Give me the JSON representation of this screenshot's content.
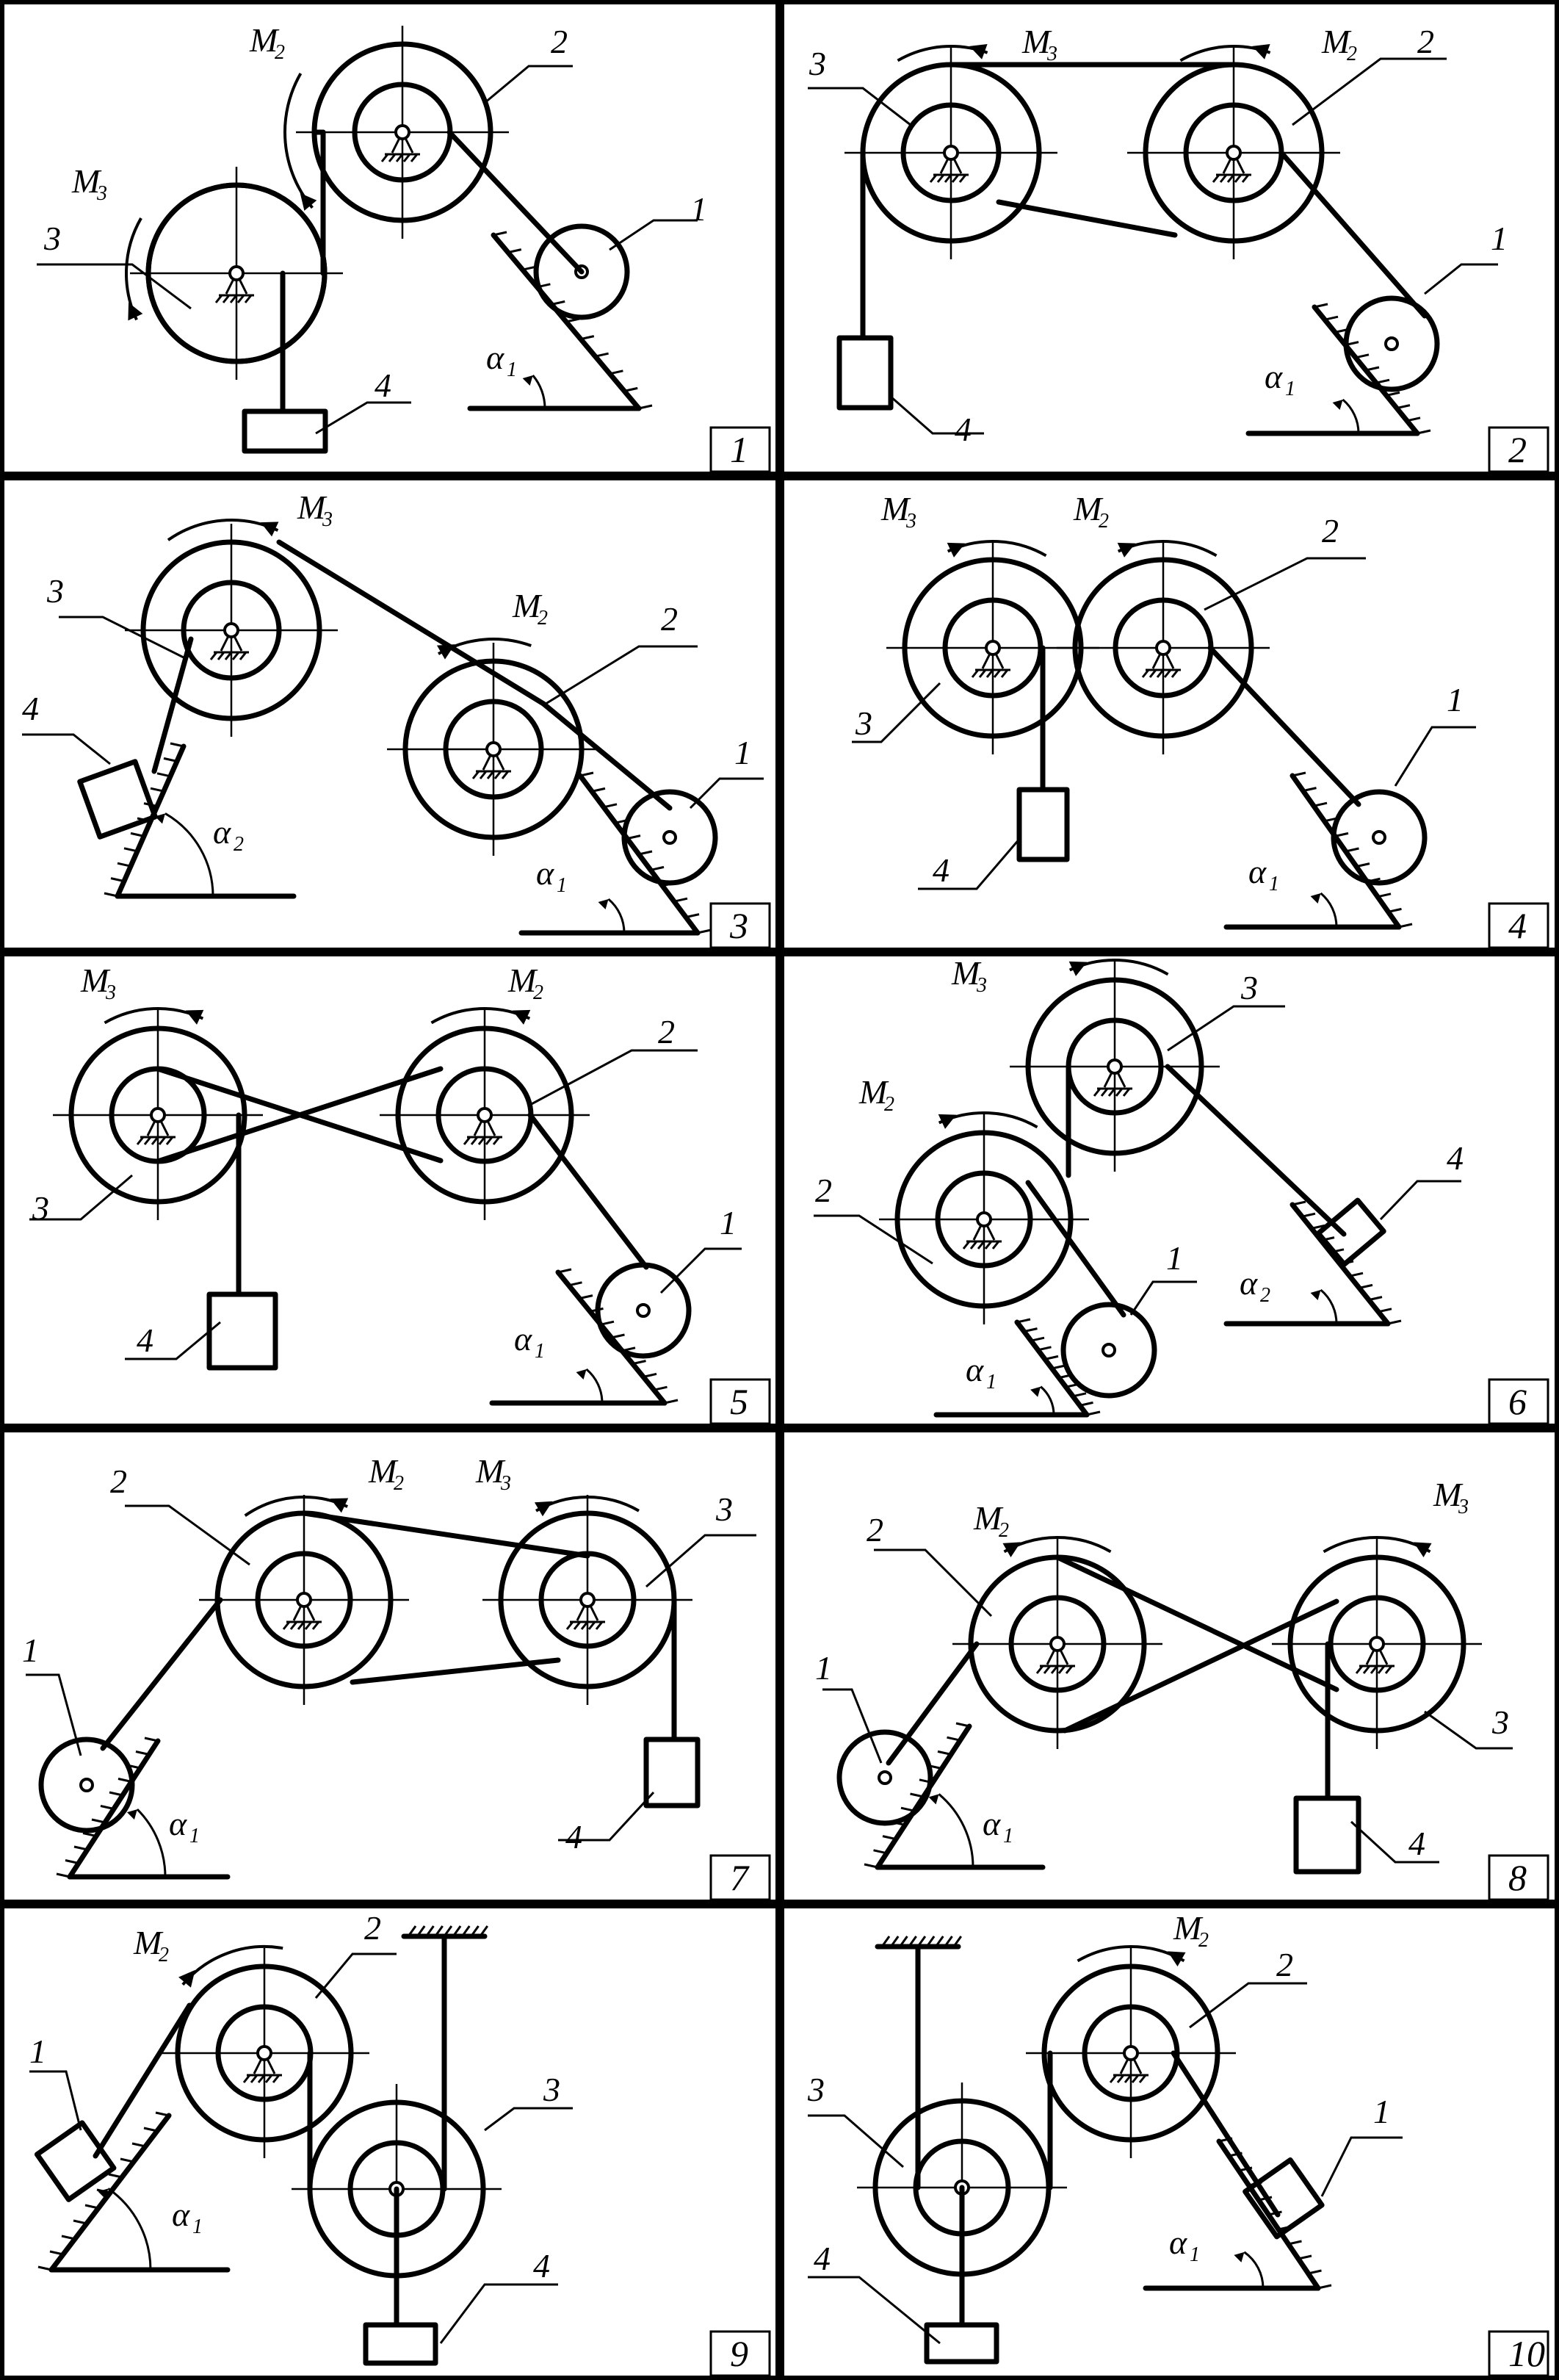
{
  "labels": {
    "one": "1",
    "two": "2",
    "three": "3",
    "four": "4",
    "M": "M",
    "alpha": "α",
    "s1": "1",
    "s2": "2",
    "s3": "3"
  },
  "variants": [
    "1",
    "2",
    "3",
    "4",
    "5",
    "6",
    "7",
    "8",
    "9",
    "10"
  ]
}
